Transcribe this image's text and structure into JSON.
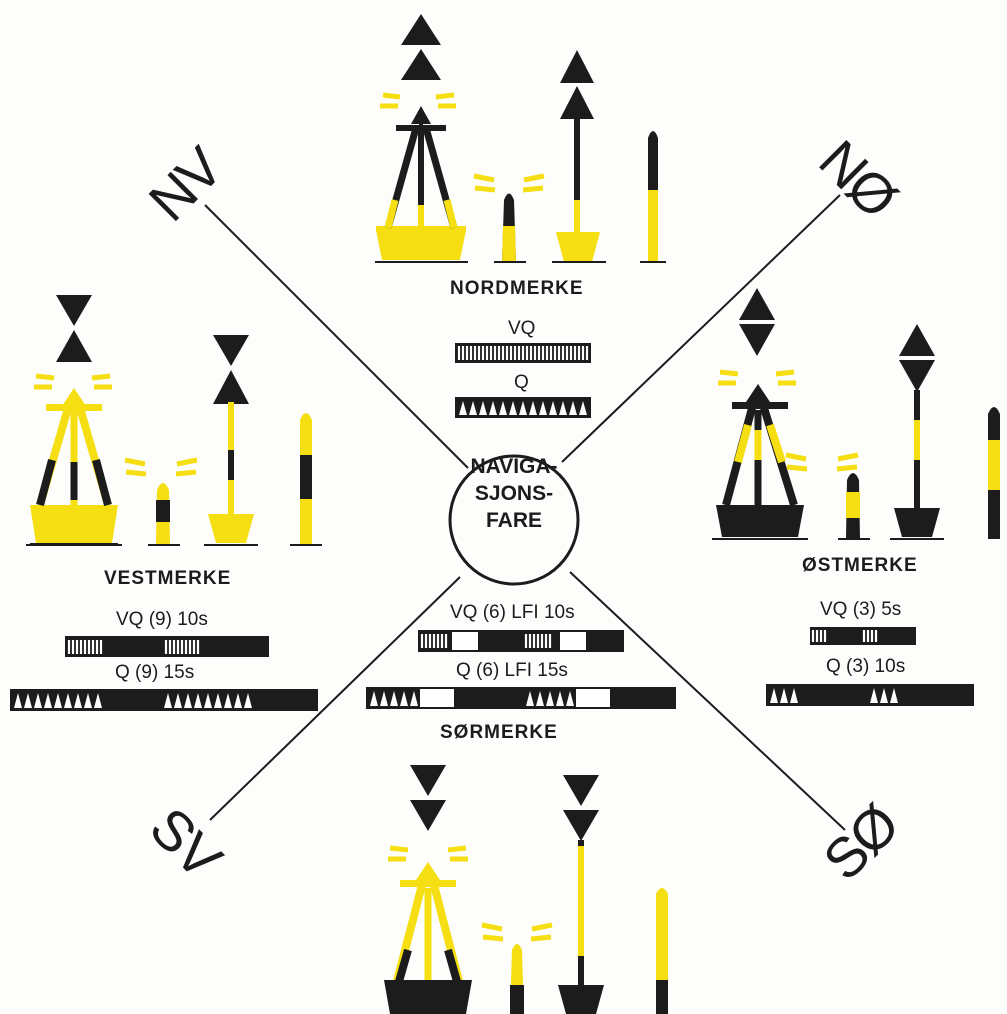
{
  "colors": {
    "yellow": "#f5de12",
    "black": "#1c1c1c",
    "background": "#fdfdfb",
    "white_phase": "#ffffff"
  },
  "center": {
    "line1": "NAVIGA-",
    "line2": "SJONS-",
    "line3": "FARE"
  },
  "directions": {
    "nw": "NV",
    "ne": "NØ",
    "sw": "SV",
    "se": "SØ"
  },
  "north": {
    "title": "NORDMERKE",
    "rhythm_1": "VQ",
    "rhythm_2": "Q"
  },
  "west": {
    "title": "VESTMERKE",
    "rhythm_1": "VQ (9) 10s",
    "rhythm_2": "Q (9) 15s"
  },
  "east": {
    "title": "ØSTMERKE",
    "rhythm_1": "VQ (3) 5s",
    "rhythm_2": "Q (3) 10s"
  },
  "south": {
    "title": "SØRMERKE",
    "rhythm_1": "VQ (6) LFI 10s",
    "rhythm_2": "Q (6) LFI 15s"
  }
}
